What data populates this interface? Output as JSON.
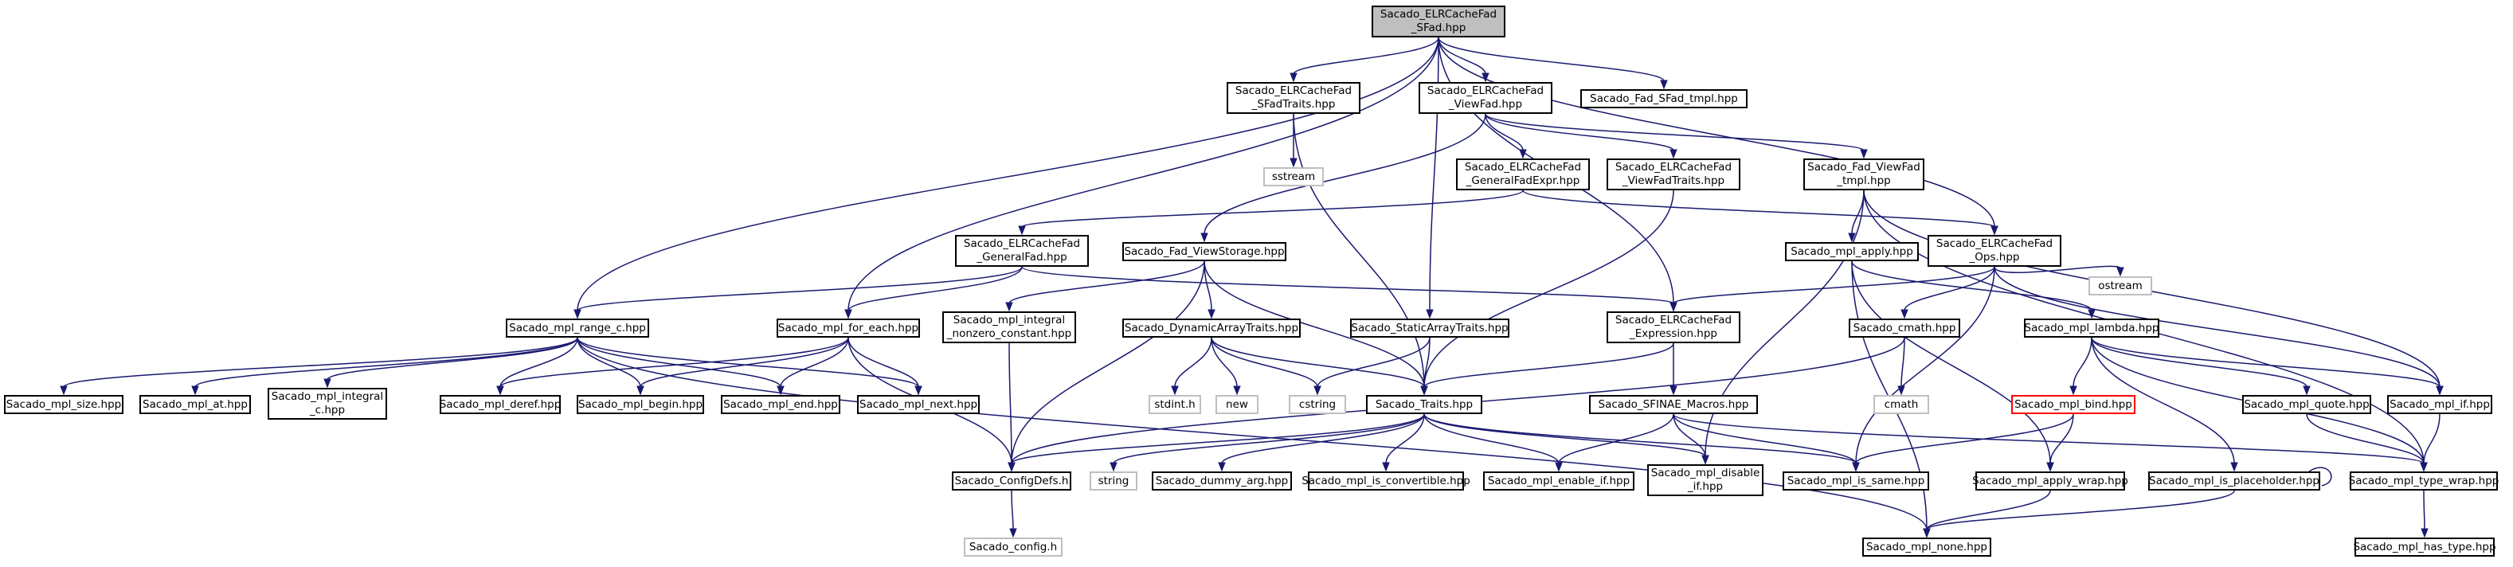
{
  "diagram_title": "",
  "colors": {
    "edge": "#191970",
    "root_fill": "#bfbfbf",
    "external_border": "#bfbfbf",
    "missing_border": "#ff0000"
  },
  "nodes": {
    "root": "Sacado_ELRCacheFad\n_SFad.hpp",
    "sfadtraits": "Sacado_ELRCacheFad\n_SFadTraits.hpp",
    "viewfad": "Sacado_ELRCacheFad\n_ViewFad.hpp",
    "sfadtmpl": "Sacado_Fad_SFad_tmpl.hpp",
    "sstream": "sstream",
    "genfadexpr": "Sacado_ELRCacheFad\n_GeneralFadExpr.hpp",
    "viewfadtraits": "Sacado_ELRCacheFad\n_ViewFadTraits.hpp",
    "viewfadtmpl": "Sacado_Fad_ViewFad\n_tmpl.hpp",
    "genfad": "Sacado_ELRCacheFad\n_GeneralFad.hpp",
    "viewstorage": "Sacado_Fad_ViewStorage.hpp",
    "mplapply": "Sacado_mpl_apply.hpp",
    "ops": "Sacado_ELRCacheFad\n_Ops.hpp",
    "rangec": "Sacado_mpl_range_c.hpp",
    "foreach": "Sacado_mpl_for_each.hpp",
    "intnonzero": "Sacado_mpl_integral\n_nonzero_constant.hpp",
    "dynarray": "Sacado_DynamicArrayTraits.hpp",
    "staticarray": "Sacado_StaticArrayTraits.hpp",
    "expression": "Sacado_ELRCacheFad\n_Expression.hpp",
    "cmathhpp": "Sacado_cmath.hpp",
    "lambda": "Sacado_mpl_lambda.hpp",
    "ostream": "ostream",
    "size": "Sacado_mpl_size.hpp",
    "at": "Sacado_mpl_at.hpp",
    "integralc": "Sacado_mpl_integral\n_c.hpp",
    "deref": "Sacado_mpl_deref.hpp",
    "begin": "Sacado_mpl_begin.hpp",
    "end": "Sacado_mpl_end.hpp",
    "next": "Sacado_mpl_next.hpp",
    "stdint": "stdint.h",
    "new": "new",
    "cstring": "cstring",
    "traits": "Sacado_Traits.hpp",
    "sfinae": "Sacado_SFINAE_Macros.hpp",
    "cmath": "cmath",
    "bind": "Sacado_mpl_bind.hpp",
    "quote": "Sacado_mpl_quote.hpp",
    "mplif": "Sacado_mpl_if.hpp",
    "configdefs": "Sacado_ConfigDefs.h",
    "string": "string",
    "dummyarg": "Sacado_dummy_arg.hpp",
    "isconvertible": "Sacado_mpl_is_convertible.hpp",
    "enableif": "Sacado_mpl_enable_if.hpp",
    "disableif": "Sacado_mpl_disable\n_if.hpp",
    "issame": "Sacado_mpl_is_same.hpp",
    "applywrap": "Sacado_mpl_apply_wrap.hpp",
    "isplaceholder": "Sacado_mpl_is_placeholder.hpp",
    "typewrap": "Sacado_mpl_type_wrap.hpp",
    "config": "Sacado_config.h",
    "none": "Sacado_mpl_none.hpp",
    "hastype": "Sacado_mpl_has_type.hpp"
  }
}
